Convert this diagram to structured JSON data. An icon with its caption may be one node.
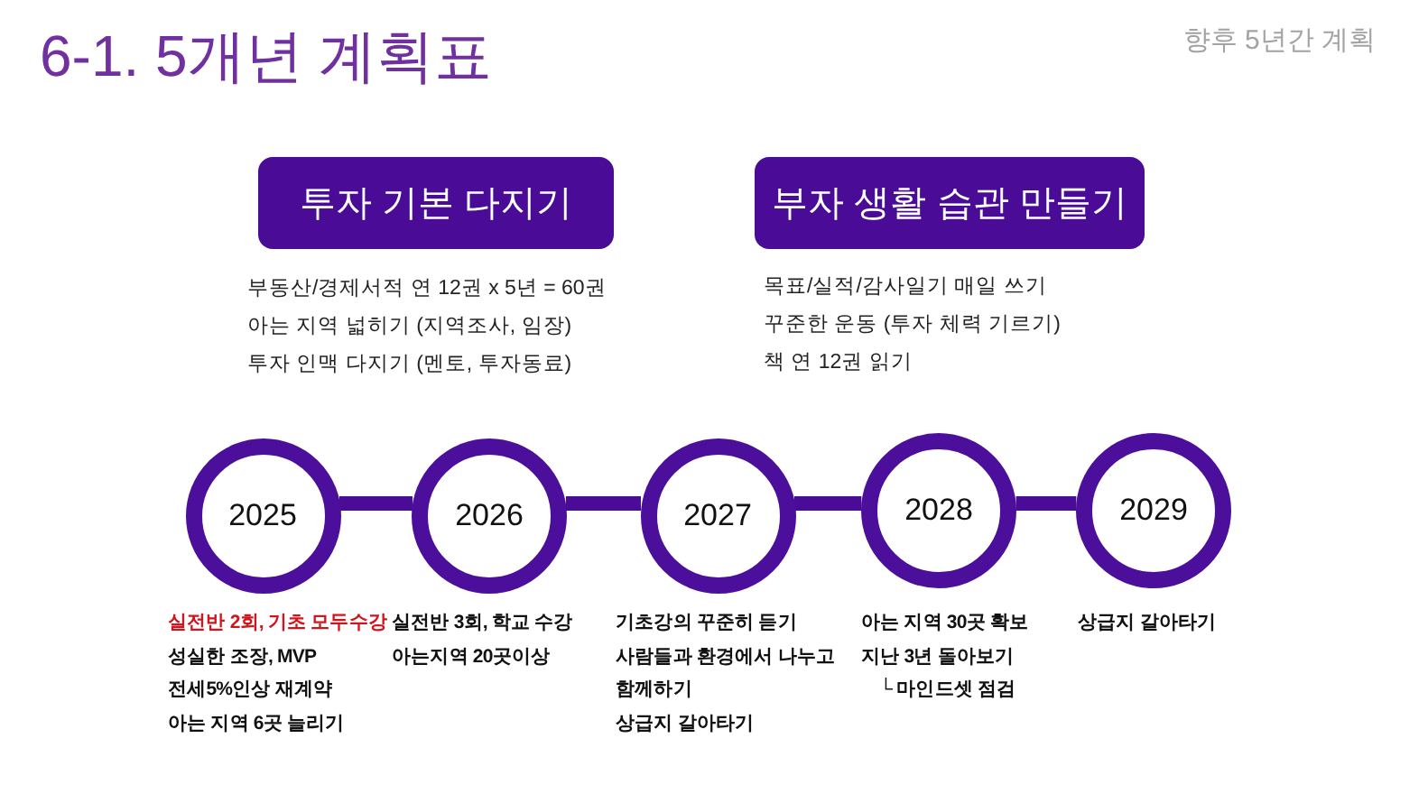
{
  "diagram": {
    "title": "6-1. 5개년 계획표",
    "nodes": [
      {
        "text": [
          "투자 기본 다지기"
        ],
        "beside": [
          "부동산/경제서적 연 12권 x 5년 = 60권",
          "아는 지역 넓히기 (지역조사, 임장)",
          "투자 인맥 다지기 (멘토, 투자동료)"
        ]
      },
      {
        "text": [
          "부자 생활 습관 만들기"
        ],
        "beside": [
          "목표/실적/감사일기 매일 쓰기",
          "꾸준한 운동 (투자 체력 기르기)",
          "책 연 12권 읽기"
        ]
      },
      {
        "text": [
          "2025"
        ],
        "beside": [
          "실전반 2회, 기초 모두수강",
          "성실한 조장, MVP",
          "전세5%인상 재계약",
          "아는 지역 6곳 늘리기"
        ]
      },
      {
        "text": [
          "2026"
        ],
        "beside": [
          "실전반 3회, 학교 수강",
          "아는지역 20곳이상"
        ]
      },
      {
        "text": [
          "2027"
        ],
        "beside": [
          "기초강의 꾸준히 듣기",
          "사람들과 환경에서 나누고 함께하기",
          "상급지 갈아타기"
        ]
      },
      {
        "text": [
          "2028"
        ],
        "beside": [
          "아는 지역 30곳 확보",
          "지난 3년 돌아보기",
          "└ 마인드셋 점검"
        ]
      },
      {
        "text": [
          "2029"
        ],
        "beside": [
          "상급지 갈아타기"
        ]
      }
    ],
    "edges": [
      {
        "from": 2,
        "to": 3,
        "arrow": "none"
      },
      {
        "from": 3,
        "to": 4,
        "arrow": "none"
      },
      {
        "from": 4,
        "to": 5,
        "arrow": "none"
      },
      {
        "from": 5,
        "to": 6,
        "arrow": "none"
      }
    ],
    "labels": [
      "향후 5년간 계획"
    ]
  }
}
